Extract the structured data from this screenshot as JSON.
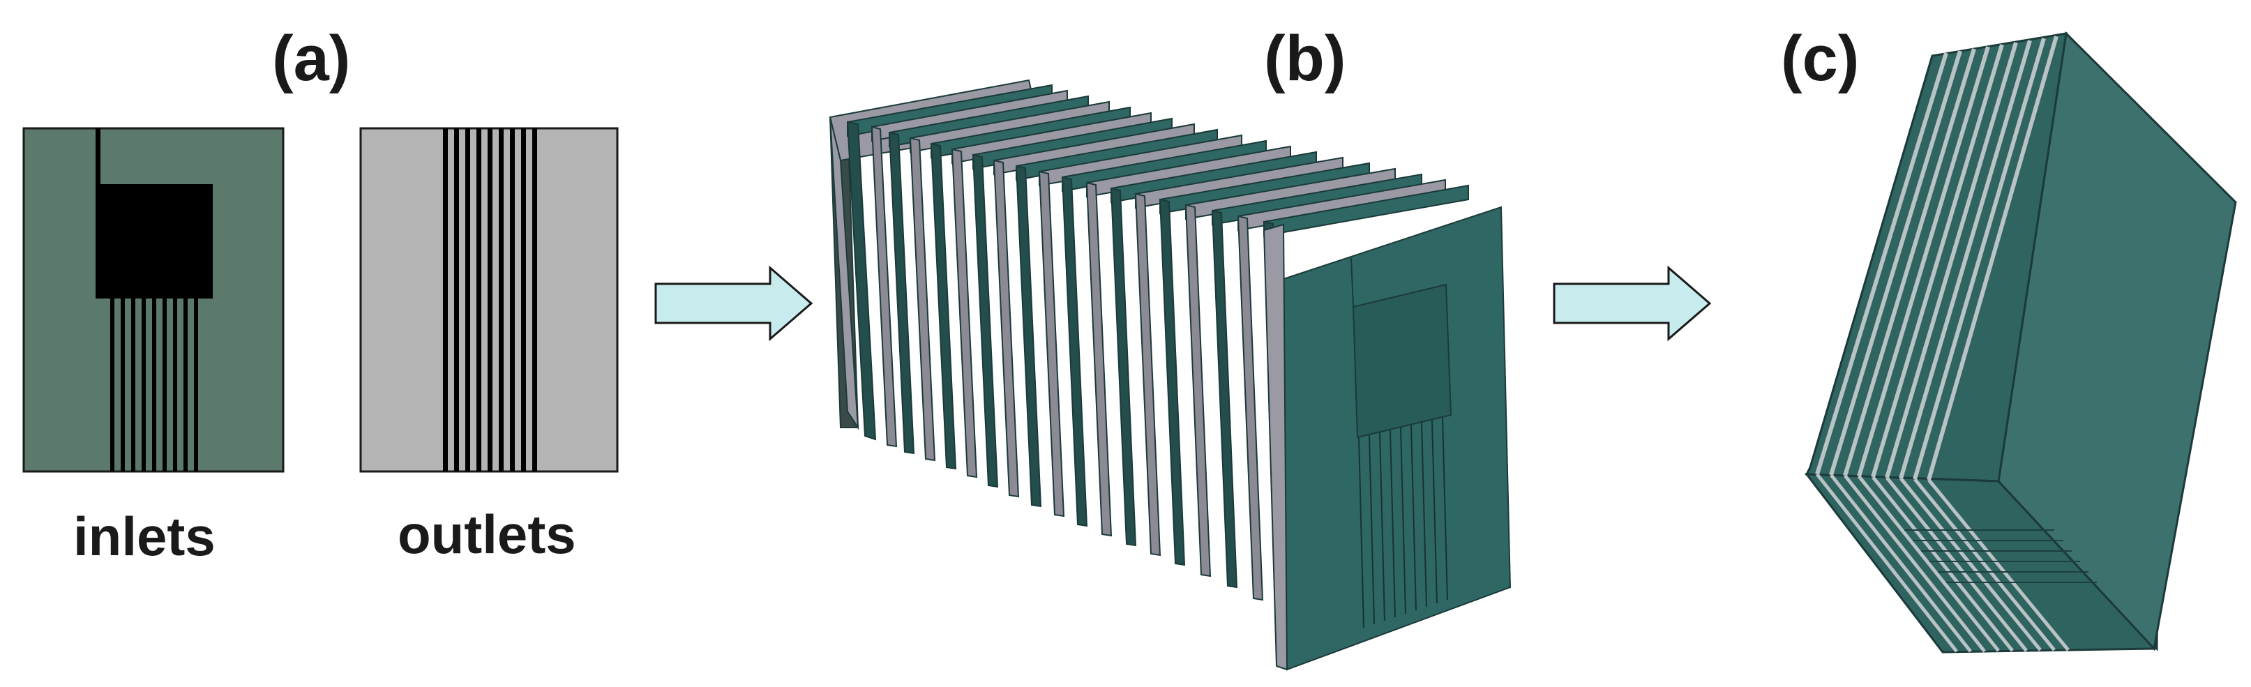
{
  "panels": {
    "a": {
      "label": "(a)",
      "inlet_caption": "inlets",
      "outlet_caption": "outlets"
    },
    "b": {
      "label": "(b)"
    },
    "c": {
      "label": "(c)"
    }
  },
  "colors": {
    "inlet_plate": "#5b7a6c",
    "outlet_plate": "#b4b4b4",
    "channel": "#000000",
    "stack_green": "#2e6764",
    "stack_green_dark": "#244e4c",
    "stack_gray": "#9a99a4",
    "arrow_fill": "#c8ecee",
    "block_front": "#3a6e6b",
    "block_side": "#2f5f5c"
  },
  "icons": [
    "right-arrow-icon",
    "right-arrow-icon"
  ]
}
